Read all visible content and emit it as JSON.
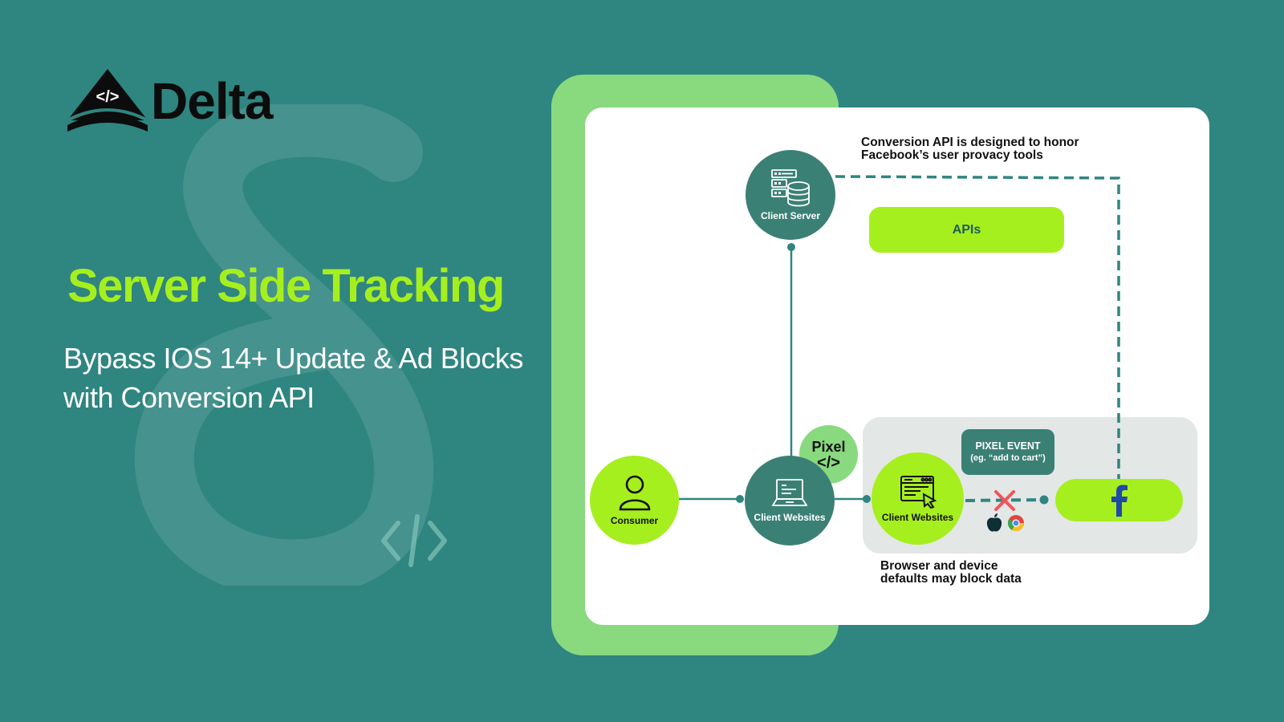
{
  "brand": {
    "name": "Delta",
    "logo_icon": "code-brackets-triangle-icon"
  },
  "hero": {
    "title": "Server Side Tracking",
    "subtitle_line1": "Bypass IOS 14+ Update & Ad Blocks",
    "subtitle_line2": "with Conversion API",
    "decor_icon": "code-brackets-icon"
  },
  "diagram": {
    "top_note_line1": "Conversion API is designed to honor",
    "top_note_line2": "Facebook’s user provacy tools",
    "bottom_note_line1": "Browser and device",
    "bottom_note_line2": "defaults may block data",
    "nodes": {
      "client_server": {
        "label": "Client Server",
        "icon": "server-database-icon"
      },
      "consumer": {
        "label": "Consumer",
        "icon": "user-icon"
      },
      "client_websites_server": {
        "label": "Client Websites",
        "icon": "laptop-icon"
      },
      "client_websites_browser": {
        "label": "Client Websites",
        "icon": "browser-window-cursor-icon"
      },
      "pixel": {
        "label": "Pixel",
        "code": "</>"
      },
      "apis": {
        "label": "APIs"
      },
      "facebook": {
        "label": "f",
        "icon": "facebook-icon"
      },
      "pixel_event": {
        "title": "PIXEL EVENT",
        "subtitle": "(eg. “add to cart”)"
      }
    },
    "blocked_marker": {
      "icon": "red-x-icon"
    },
    "blockers": [
      "apple-icon",
      "chrome-icon"
    ],
    "colors": {
      "background": "#2f8580",
      "lime": "#a6ef1e",
      "teal_node": "#3b8075",
      "light_green": "#89d97f",
      "grey_zone": "#e3e7e6",
      "facebook_blue": "#1f4aa8",
      "block_red": "#f2545b"
    }
  }
}
